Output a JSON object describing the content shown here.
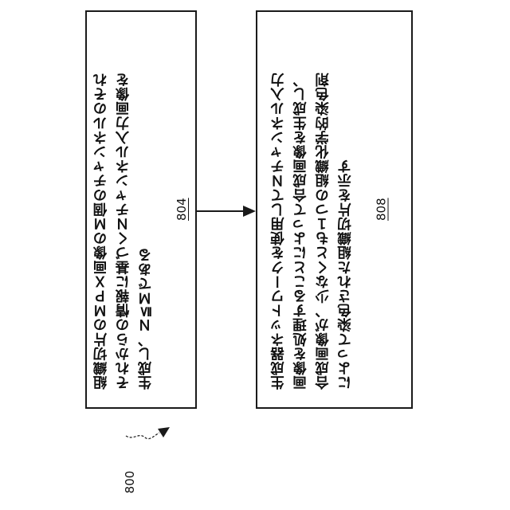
{
  "figure": {
    "label": "800"
  },
  "boxes": [
    {
      "ref": "804",
      "lines": [
        "組織切片のＭＰＸ画像のＭ個のチャンネルのそれ",
        "それからの情報に基づくＮチャンネル入力画像を",
        "生成し、Ｎ≦Ｍである"
      ]
    },
    {
      "ref": "808",
      "lines": [
        "生成器ネットワークを使用してＮチャンネル入力",
        "画像を処理することによって合成画像を生成し、",
        "合成画像が、少なくとも１つの組織化学的染色剤",
        "によって染色された組織切片を示す"
      ]
    }
  ],
  "colors": {
    "line": "#1a1a1a",
    "background": "#ffffff"
  }
}
